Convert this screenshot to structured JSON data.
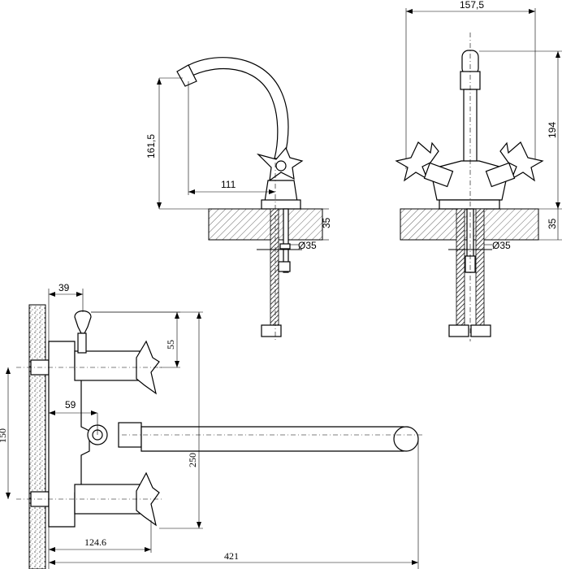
{
  "drawing": {
    "dimensions": {
      "side_height": "161,5",
      "side_reach": "111",
      "side_hole": "Ø35",
      "side_thickness": "35",
      "front_width": "157,5",
      "front_height": "194",
      "front_hole": "Ø35",
      "front_thickness": "35",
      "wall_top_offset": "39",
      "wall_handle_drop": "55",
      "wall_center_offset": "59",
      "wall_spacing": "150",
      "wall_height": "250",
      "wall_depth": "124.6",
      "wall_spout_length": "421"
    },
    "colors": {
      "line": "#000000",
      "background": "#ffffff"
    }
  }
}
